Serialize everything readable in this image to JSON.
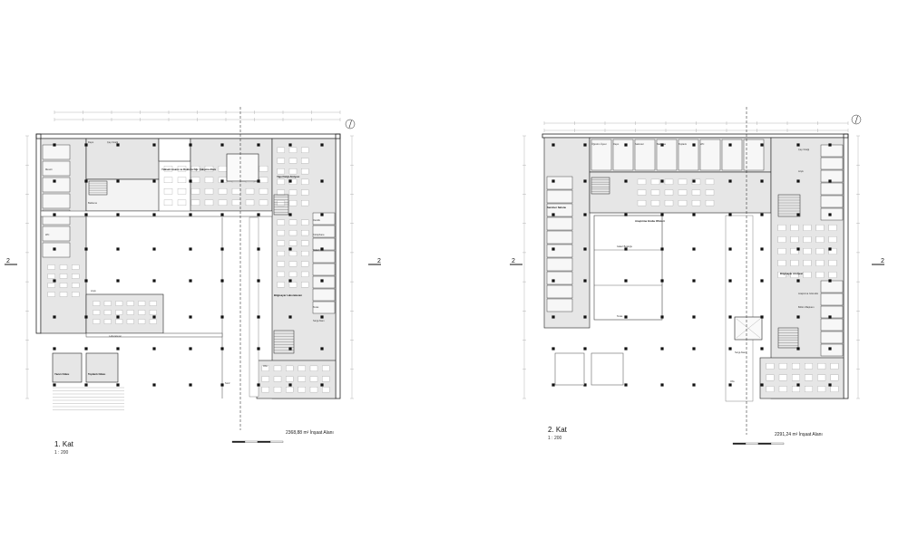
{
  "plans": [
    {
      "id": "kat-1",
      "title": "1. Kat",
      "scale": "1 : 200",
      "area": "2368,88 m² İnşaat Alanı",
      "section_marker": "2",
      "rooms_bold": [
        "Yüksek Lisans ve Doktora Öğr. Çalışma Alanı",
        "Yapı Fiziği Atölyesi",
        "Bilgisayar Laboratuvarı",
        "Yazıcı Odası",
        "Toplantı Odası"
      ],
      "rooms": [
        "Mescit",
        "Depo",
        "Çay Ocağı",
        "Bekleme",
        "WC",
        "Arşiv",
        "Sınıf",
        "Derslik",
        "Kütüphane",
        "Galeri",
        "Teras",
        "Sergi Alanı",
        "Ofis",
        "Laboratuvar"
      ]
    },
    {
      "id": "kat-2",
      "title": "2. Kat",
      "scale": "1 : 200",
      "area": "2291,24 m² İnşaat Alanı",
      "section_marker": "2",
      "rooms_bold": [
        "Seminer Salonu",
        "Bilgisayar Atölyesi",
        "Araştırma Grubu Ofisleri"
      ],
      "rooms": [
        "Öğretim Üyesi",
        "Depo",
        "Sekreter",
        "Bekleme",
        "Toplantı",
        "WC",
        "Galeri Boşluğu",
        "Teras",
        "Sergi Alanı",
        "Çay Ocağı",
        "Arşiv",
        "Araştırma Görevlisi",
        "Bölüm Başkanı",
        "Ofis"
      ]
    }
  ],
  "colors": {
    "wall": "#222222",
    "room_fill": "#e6e6e6",
    "line": "#666666",
    "column": "#111111"
  }
}
